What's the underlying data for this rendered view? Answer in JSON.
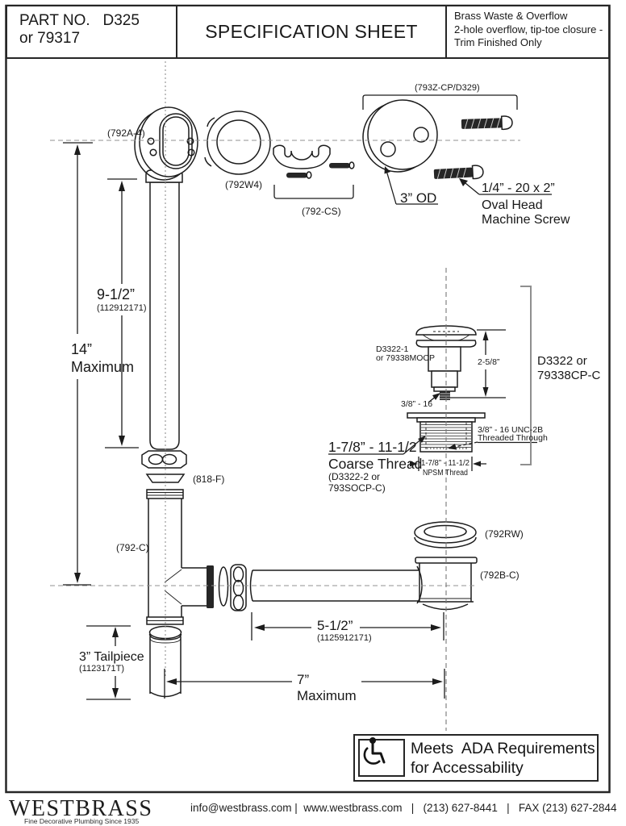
{
  "header": {
    "part_no": "PART NO.   D325",
    "part_no2": "or 79317",
    "title": "SPECIFICATION SHEET",
    "product_line1": "Brass Waste & Overflow",
    "product_line2": "2-hole overflow, tip-toe closure -",
    "product_line3": "Trim Finished Only"
  },
  "labels": {
    "elbow": "(792A-4)",
    "gasket": "(792W4)",
    "clip": "(792-CS)",
    "faceplate_kit": "(793Z-CP/D329)",
    "od": "3” OD",
    "screw_size": "1/4” - 20 x 2”",
    "screw_type1": "Oval Head",
    "screw_type2": "Machine Screw",
    "washer": "(818-F)",
    "tee": "(792-C)",
    "rubber_washer": "(792RW)",
    "drain_elbow": "(792B-C)",
    "drain_cap1": "D3322-1",
    "drain_cap2": "or 79338MOCP",
    "drain_kit1": "D3322 or",
    "drain_kit2": "79338CP-C",
    "stub_thread": "3/8” - 16",
    "unc1": "3/8” - 16 UNC-2B",
    "unc2": "Threaded Through",
    "coarse1": "1-7/8” - 11-1/2",
    "coarse2": "Coarse Thread",
    "coarse3": "(D3322-2 or",
    "coarse4": "793SOCP-C)",
    "npsm1": "1-7/8” - 11-1/2",
    "npsm2": "NPSM Thread"
  },
  "dimensions": {
    "riser": "9-1/2”",
    "riser_code": "(112912171)",
    "max_height1": "14”",
    "max_height2": "Maximum",
    "horizontal": "5-1/2”",
    "horizontal_code": "(1125912171)",
    "tailpiece": "3” Tailpiece",
    "tailpiece_code": "(1123171T)",
    "max_width1": "7”",
    "max_width2": "Maximum",
    "cap_height": "2-5/8”"
  },
  "ada": {
    "line1": "Meets  ADA Requirements",
    "line2": "for Accessability"
  },
  "footer": {
    "brand": "WESTBRASS",
    "tagline": "Fine Decorative Plumbing Since 1935",
    "contact": "info@westbrass.com |  www.westbrass.com   |   (213) 627-8441   |   FAX (213) 627-2844"
  }
}
